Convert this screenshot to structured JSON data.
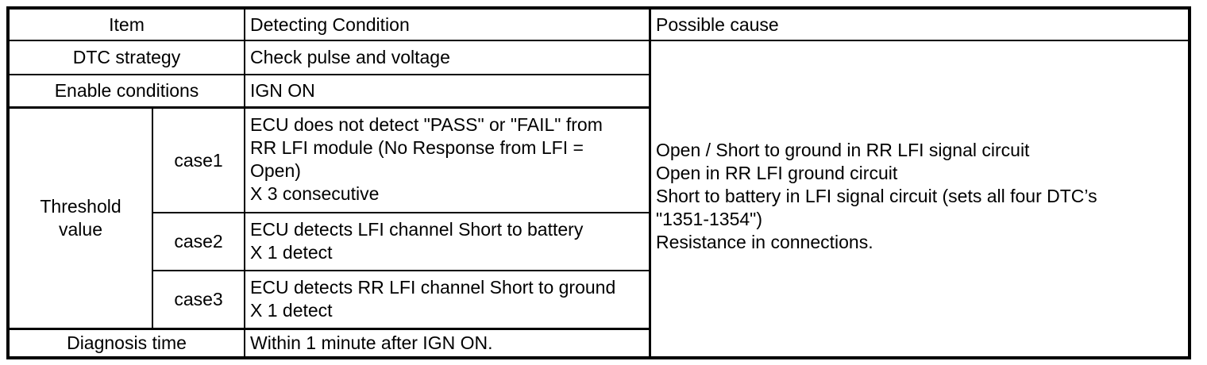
{
  "table": {
    "headers": {
      "item": "Item",
      "detecting_condition": "Detecting Condition",
      "possible_cause": "Possible cause"
    },
    "rows": {
      "dtc_strategy": {
        "label": "DTC strategy",
        "condition": "Check pulse and voltage"
      },
      "enable_conditions": {
        "label": "Enable conditions",
        "condition": "IGN ON"
      },
      "threshold_value": {
        "label": "Threshold\nvalue",
        "cases": [
          {
            "name": "case1",
            "condition": "ECU does not detect \"PASS\" or \"FAIL\" from\nRR LFI module (No Response from LFI =\nOpen)\nX 3 consecutive"
          },
          {
            "name": "case2",
            "condition": "ECU detects LFI channel Short to battery\nX 1 detect"
          },
          {
            "name": "case3",
            "condition": "ECU detects RR LFI channel Short to ground\nX 1 detect"
          }
        ]
      },
      "diagnosis_time": {
        "label": "Diagnosis time",
        "condition": "Within 1 minute after IGN ON."
      }
    },
    "possible_cause_text": "Open / Short to ground in RR LFI signal circuit\nOpen in RR LFI ground circuit\nShort to battery in LFI signal circuit (sets all four DTC’s\n\"1351-1354\")\nResistance in connections."
  },
  "colors": {
    "border": "#000000",
    "text": "#000000",
    "background": "#ffffff"
  }
}
